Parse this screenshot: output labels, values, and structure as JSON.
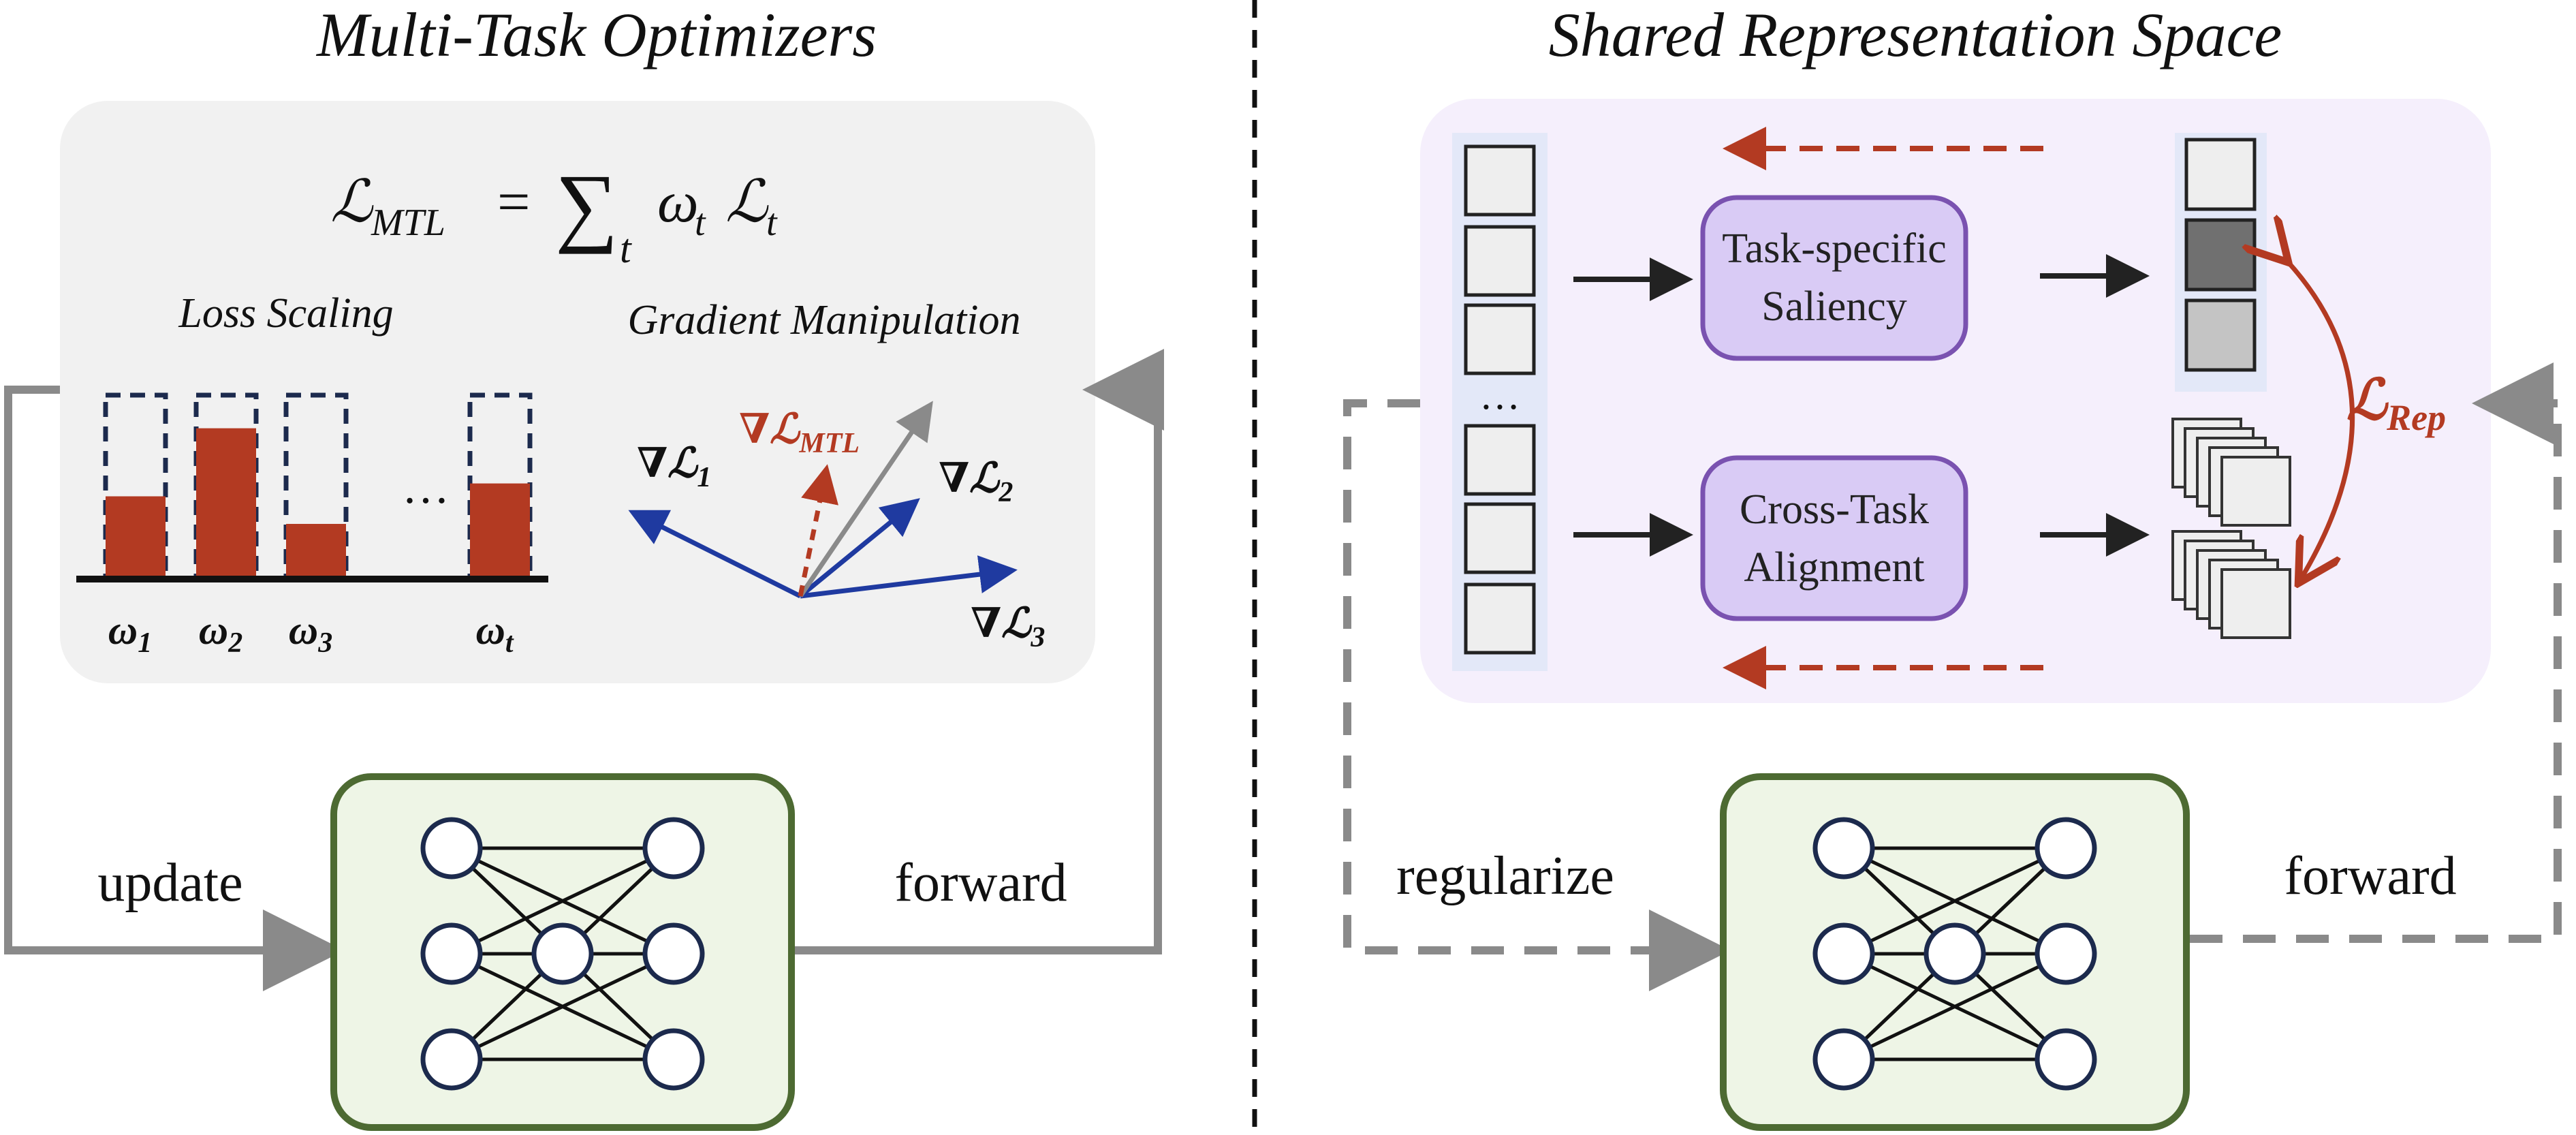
{
  "left_panel": {
    "title": "Multi-Task Optimizers",
    "formula": {
      "lhs": "ℒ",
      "lhs_sub": "MTL",
      "eq": "=",
      "sum": "∑",
      "sum_sub": "t",
      "omega": "ω",
      "omega_sub": "t",
      "loss": "ℒ",
      "loss_sub": "t"
    },
    "loss_scaling": {
      "label": "Loss Scaling",
      "ellipsis": "…",
      "bars": [
        {
          "weight_label": "ω",
          "sub": "1",
          "fill_fraction": 0.45
        },
        {
          "weight_label": "ω",
          "sub": "2",
          "fill_fraction": 0.82
        },
        {
          "weight_label": "ω",
          "sub": "3",
          "fill_fraction": 0.3
        },
        {
          "weight_label": "ω",
          "sub": "t",
          "fill_fraction": 0.52
        }
      ]
    },
    "gradient_manipulation": {
      "label": "Gradient Manipulation",
      "vectors": [
        {
          "name": "∇ℒ",
          "sub": "1"
        },
        {
          "name": "∇ℒ",
          "sub": "MTL"
        },
        {
          "name": "∇ℒ",
          "sub": "2"
        },
        {
          "name": "∇ℒ",
          "sub": "3"
        }
      ]
    },
    "update_label": "update",
    "forward_label": "forward"
  },
  "right_panel": {
    "title": "Shared Representation Space",
    "ellipsis": "…",
    "saliency_box": {
      "line1": "Task-specific",
      "line2": "Saliency"
    },
    "alignment_box": {
      "line1": "Cross-Task",
      "line2": "Alignment"
    },
    "rep_loss": {
      "symbol": "ℒ",
      "sub": "Rep"
    },
    "regularize_label": "regularize",
    "forward_label": "forward"
  },
  "colors": {
    "bar_red": "#b33a22",
    "grad_blue": "#1f3aa0",
    "mtl_red": "#b33a22",
    "gray_arrow": "#8a8a8a",
    "panel_gray": "#f1f1f1",
    "panel_purple": "#f5effc",
    "box_purple": "#d9cbf5",
    "box_purple_stroke": "#7a52b0",
    "net_green": "#eef5e6",
    "net_green_stroke": "#4d6a32",
    "node_stroke": "#1c2a4d"
  }
}
